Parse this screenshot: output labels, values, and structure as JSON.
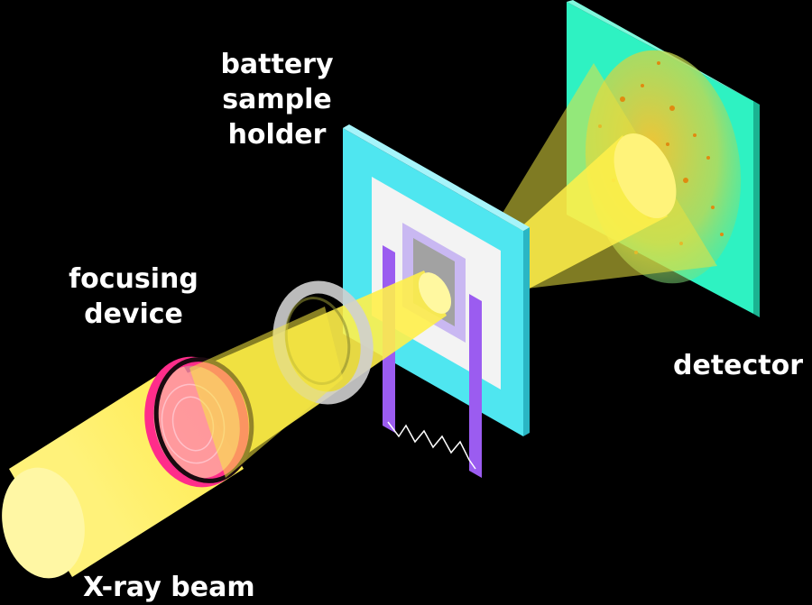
{
  "labels": {
    "sample_holder": [
      "battery",
      "sample",
      "holder"
    ],
    "focusing_device": [
      "focusing",
      "device"
    ],
    "detector": "detector",
    "beam": "X-ray beam"
  },
  "colors": {
    "background": "#000000",
    "beam": "#fff04a",
    "beam_light": "#fffbb0",
    "detector_panel": "#2ef2c2",
    "holder_frame": "#4fe6f0",
    "holder_inner": "#f2f2f2",
    "sample_window": "#c9b8f2",
    "electrode": "#9b5cf0",
    "lens_ring": "#ff2d8a",
    "aperture_ring": "#cfcfcf",
    "scatter_speckle": "#f0a020"
  }
}
